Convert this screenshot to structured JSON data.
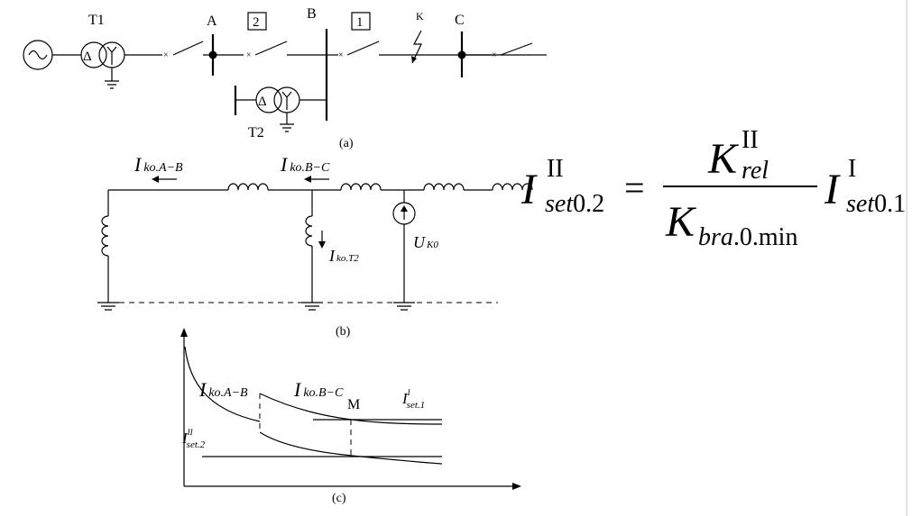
{
  "panel_a": {
    "caption": "(a)",
    "transformer_t1": "T1",
    "transformer_t2": "T2",
    "bus_a": "A",
    "bus_b": "B",
    "bus_c": "C",
    "fault_label": "K",
    "protection_2": "2",
    "protection_1": "1",
    "delta_symbol": "Δ"
  },
  "panel_b": {
    "caption": "(b)",
    "i_ko_ab": {
      "main": "I",
      "sub": "ko.A−B"
    },
    "i_ko_bc": {
      "main": "I",
      "sub": "ko.B−C"
    },
    "i_ko_t2": {
      "main": "I",
      "sub": "ko.T2"
    },
    "u_k0": {
      "main": "U",
      "sub": "K0"
    },
    "arrow_source": "↑"
  },
  "panel_c": {
    "caption": "(c)",
    "curve_ab": {
      "main": "I",
      "sub": "ko.A−B"
    },
    "curve_bc": {
      "main": "I",
      "sub": "ko.B−C"
    },
    "point_m": "M",
    "set1": {
      "main": "I",
      "sup": "I",
      "sub": "set.1"
    },
    "set2": {
      "main": "I",
      "sup": "II",
      "sub": "set.2"
    }
  },
  "formula": {
    "lhs_main": "I",
    "lhs_sup": "II",
    "lhs_sub": "set",
    "lhs_sub2": "0.2",
    "equals": "=",
    "num_main": "K",
    "num_sup": "II",
    "num_sub": "rel",
    "den_main": "K",
    "den_sub": "bra",
    "den_sub2": ".0.min",
    "rhs_main": "I",
    "rhs_sup": "I",
    "rhs_sub": "set",
    "rhs_sub2": "0.1"
  }
}
